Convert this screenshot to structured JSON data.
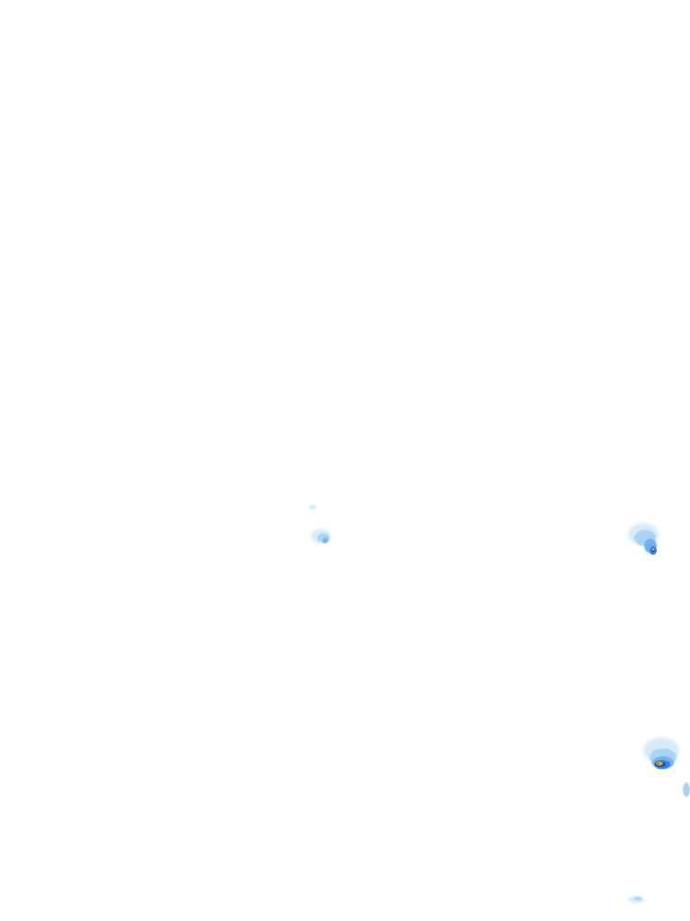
{
  "map": {
    "type": "weather-radar-overlay",
    "background_color": "#ffffff",
    "palette": {
      "very_light": "#d6ecfb",
      "light": "#a9d3f5",
      "moderate_light": "#6fb1ec",
      "moderate": "#3a86dc",
      "heavy": "#1f56c2",
      "very_heavy": "#ffb400",
      "extreme": "#e25c1c"
    },
    "echoes": [
      {
        "label": "cell-north-center-small",
        "intensity": "very_light"
      },
      {
        "label": "cell-center",
        "intensity": "light"
      },
      {
        "label": "cell-east-upper",
        "intensity": "moderate"
      },
      {
        "label": "cell-east-lower",
        "intensity": "very_heavy"
      },
      {
        "label": "cell-east-edge",
        "intensity": "light"
      },
      {
        "label": "cell-southeast-bottom",
        "intensity": "very_light"
      }
    ]
  }
}
